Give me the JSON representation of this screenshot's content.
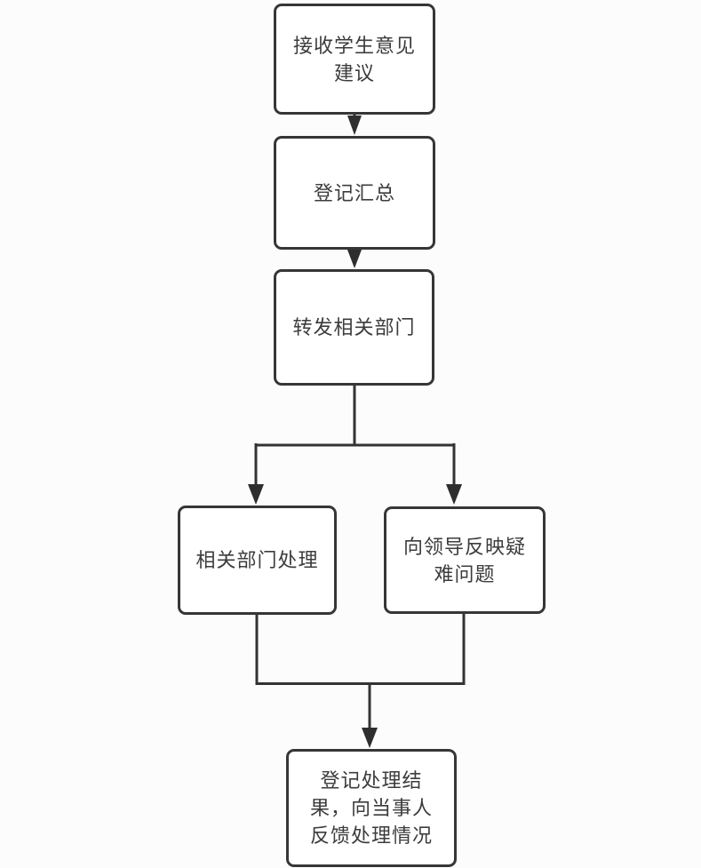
{
  "flowchart": {
    "type": "flowchart",
    "background_color": "#fcfcfc",
    "box_fill_color": "#ffffff",
    "box_border_color": "#363636",
    "line_color": "#333333",
    "arrowhead_color": "#2e2e2e",
    "text_color": "#3c3c3c",
    "nodes": [
      {
        "id": "receive-suggestions",
        "label": "接收学生意见\n建议"
      },
      {
        "id": "register-summarize",
        "label": "登记汇总"
      },
      {
        "id": "forward-departments",
        "label": "转发相关部门"
      },
      {
        "id": "department-handle",
        "label": "相关部门处理"
      },
      {
        "id": "report-to-leaders",
        "label": "向领导反映疑\n难问题"
      },
      {
        "id": "record-and-feedback",
        "label": "登记处理结\n果，向当事人\n反馈处理情况"
      }
    ],
    "edges": [
      {
        "from": "receive-suggestions",
        "to": "register-summarize"
      },
      {
        "from": "register-summarize",
        "to": "forward-departments"
      },
      {
        "from": "forward-departments",
        "to": "department-handle"
      },
      {
        "from": "forward-departments",
        "to": "report-to-leaders"
      },
      {
        "from": "department-handle",
        "to": "record-and-feedback"
      },
      {
        "from": "report-to-leaders",
        "to": "record-and-feedback"
      }
    ]
  }
}
